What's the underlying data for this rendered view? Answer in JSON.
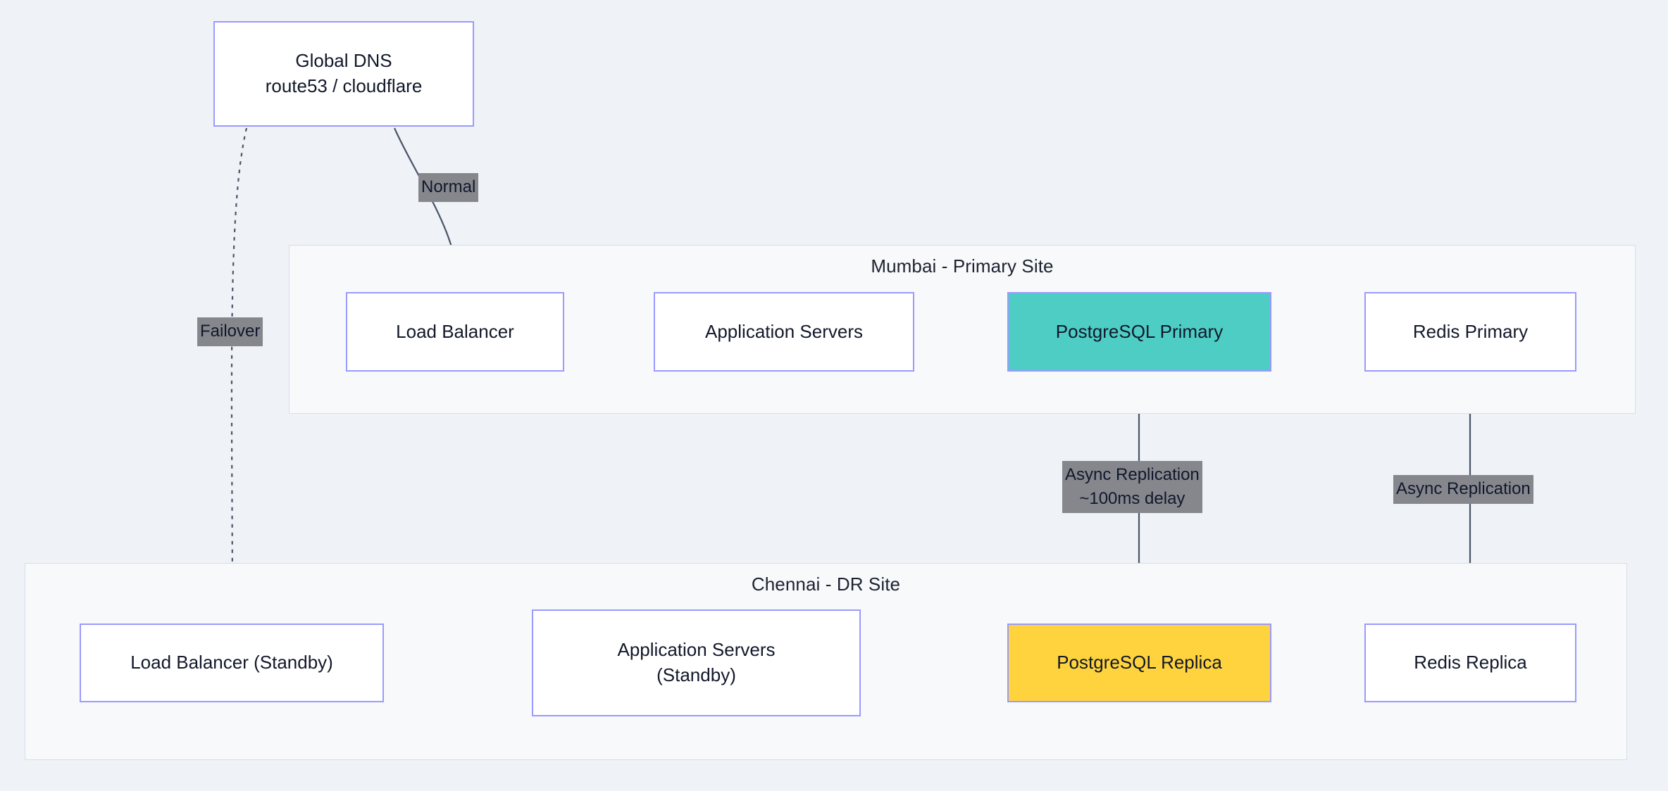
{
  "diagram": {
    "title_hidden": "",
    "background_color": "#eff2f7",
    "node_border_color": "#9a9aff",
    "cluster_border_color": "#d9dfe8",
    "cluster_background_color": "#f8f9fb",
    "edge_color": "#4a5568",
    "edge_label_background": "#85878c"
  },
  "nodes": {
    "global_dns": {
      "line1": "Global DNS",
      "line2": "route53 / cloudflare"
    },
    "mumbai_lb": {
      "label": "Load Balancer"
    },
    "mumbai_app": {
      "label": "Application Servers"
    },
    "mumbai_pg": {
      "label": "PostgreSQL Primary",
      "color": "#4ecdc4"
    },
    "mumbai_redis": {
      "label": "Redis Primary"
    },
    "chennai_lb": {
      "label": "Load Balancer (Standby)"
    },
    "chennai_app": {
      "line1": "Application Servers",
      "line2": "(Standby)"
    },
    "chennai_pg": {
      "label": "PostgreSQL Replica",
      "color": "#fed33d"
    },
    "chennai_redis": {
      "label": "Redis Replica"
    }
  },
  "clusters": {
    "mumbai": {
      "title": "Mumbai - Primary Site"
    },
    "chennai": {
      "title": "Chennai - DR Site"
    }
  },
  "edge_labels": {
    "normal": "Normal",
    "failover": "Failover",
    "pg_replication": "Async Replication\n~100ms delay",
    "redis_replication": "Async Replication"
  }
}
